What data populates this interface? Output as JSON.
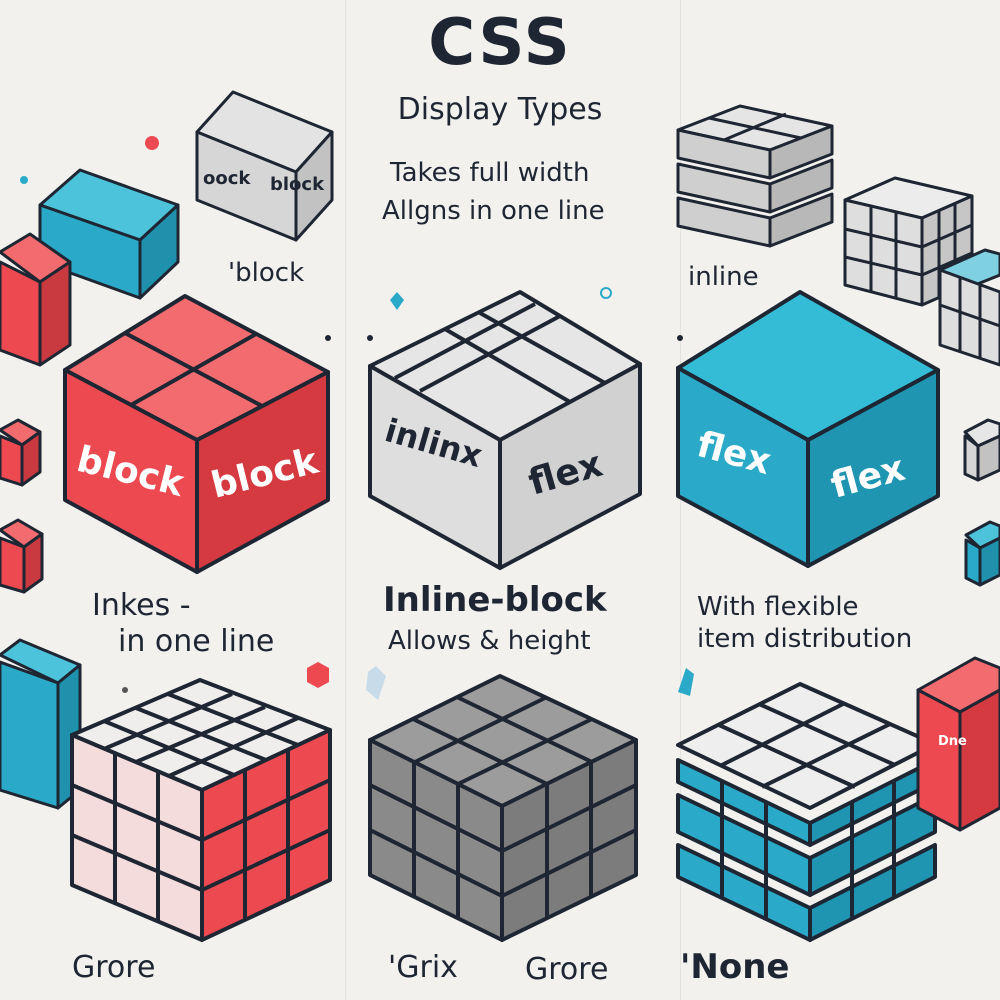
{
  "header": {
    "title": "CSS",
    "subtitle": "Display Types"
  },
  "features": {
    "line1": "Takes full width",
    "line2": "Allgns in one line"
  },
  "small_labels": {
    "block": "'block",
    "inline": "inline"
  },
  "cubes": {
    "small_gray": {
      "left": "oock",
      "right": "block"
    },
    "red": {
      "left": "block",
      "right": "block"
    },
    "gray": {
      "left": "inlinx",
      "right": "flex"
    },
    "blue": {
      "left": "flex",
      "right": "flex"
    },
    "small_red_right": {
      "right": "Dne"
    }
  },
  "captions": {
    "left_line1": "Inkes -",
    "left_line2": "in one line",
    "middle_line1": "Inline-block",
    "middle_line2": "Allows & height",
    "right_line1": "With flexible",
    "right_line2": "item distribution"
  },
  "bottom_labels": {
    "left": "Grore",
    "middle_a": "'Grix",
    "middle_b": "Grore",
    "right": "'None"
  },
  "colors": {
    "red": "#ec4a50",
    "blue": "#2aaac8",
    "gray": "#d8d8d8",
    "dark_gray": "#8a8a8a",
    "background": "#f2f1ee"
  }
}
